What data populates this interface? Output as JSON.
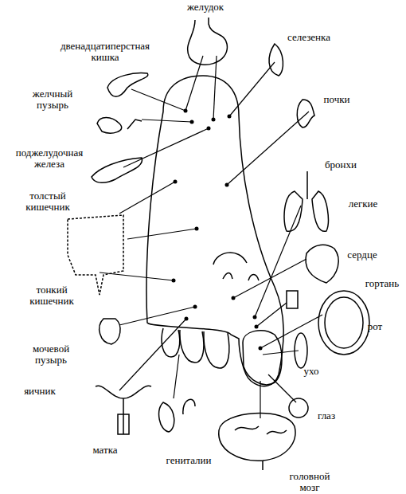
{
  "diagram": {
    "labels": [
      "желудок",
      "двенадцатиперстная кишка",
      "селезенка",
      "желчный пузырь",
      "почки",
      "поджелудочная железа",
      "бронхи",
      "толстый кишечник",
      "легкие",
      "сердце",
      "гортань",
      "тонкий кишечник",
      "рот",
      "мочевой пузырь",
      "ухо",
      "яичник",
      "глаз",
      "матка",
      "гениталии",
      "головной мозг"
    ]
  }
}
